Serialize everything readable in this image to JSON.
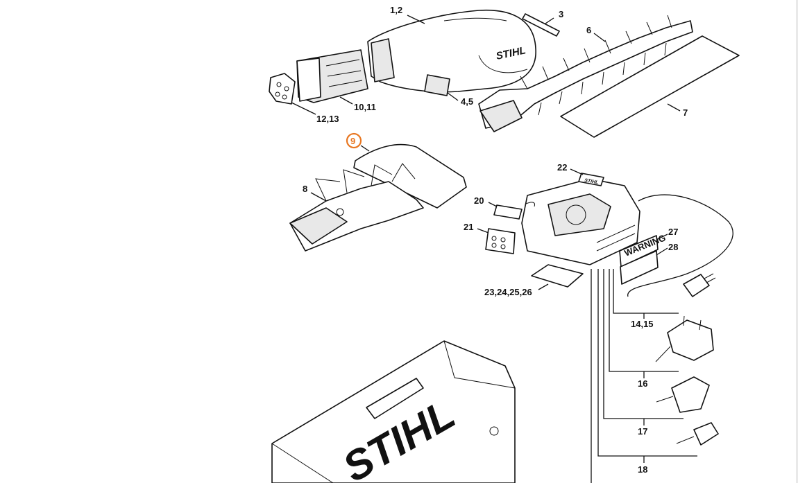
{
  "diagram": {
    "highlight_color": "#e87722",
    "highlighted_callout": "9",
    "brand_marks": [
      "STIHL",
      "STIHL",
      "STIHL",
      "WARNING"
    ],
    "callouts": [
      "1,2",
      "3",
      "6",
      "4,5",
      "10,11",
      "12,13",
      "7",
      "9",
      "8",
      "22",
      "20",
      "21",
      "27",
      "28",
      "23,24,25,26",
      "14,15",
      "16",
      "17",
      "18"
    ]
  }
}
